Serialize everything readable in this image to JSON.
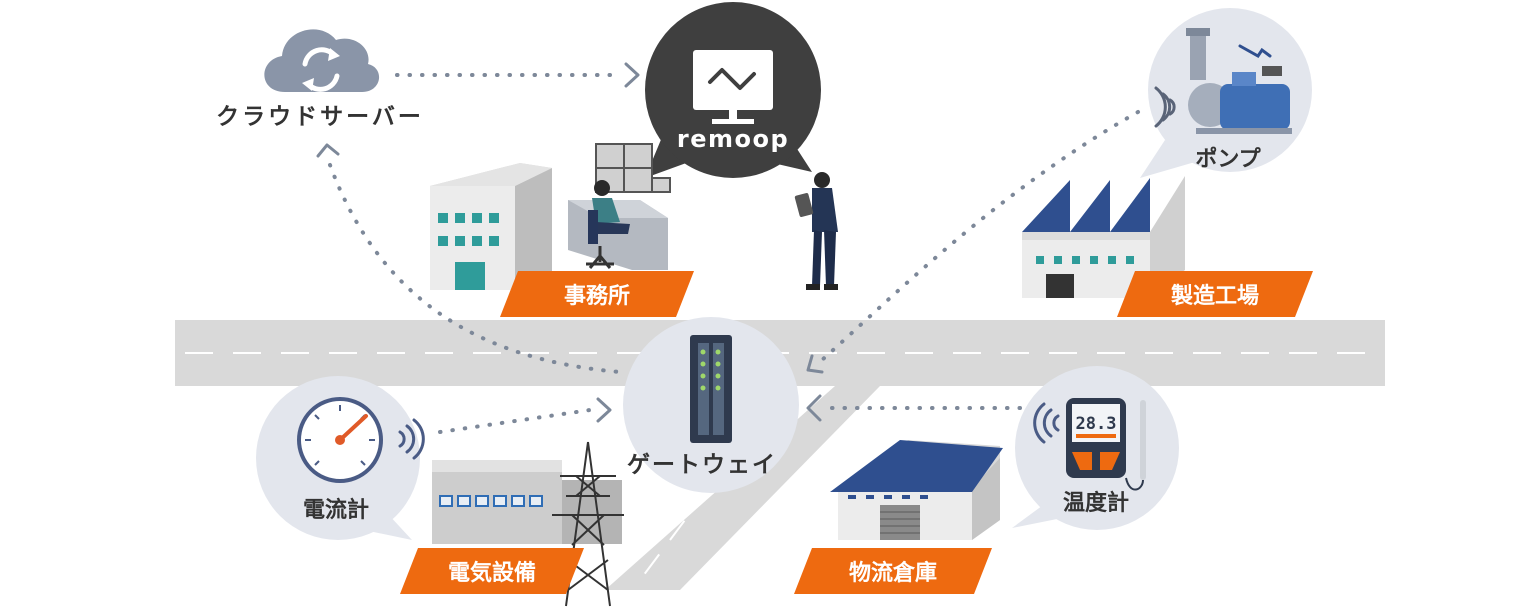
{
  "nodes": {
    "cloud_server": "クラウドサーバー",
    "remoop": "remoop",
    "pump": "ポンプ",
    "gateway": "ゲートウェイ",
    "power_meter": "電流計",
    "thermometer": "温度計",
    "thermometer_reading": "28.3"
  },
  "places": {
    "office": "事務所",
    "factory": "製造工場",
    "electrical": "電気設備",
    "warehouse": "物流倉庫"
  },
  "colors": {
    "accent": "#ee6a10",
    "bubble": "#e3e6ed",
    "dark_bubble": "#3f3f3f",
    "dots": "#7d8899",
    "road": "#d9d9d9",
    "roof_blue": "#2f4f8f"
  },
  "icons": [
    "cloud-sync-icon",
    "monitor-icon",
    "pump-icon",
    "gateway-device-icon",
    "gauge-icon",
    "thermometer-device-icon",
    "wifi-signal-icon"
  ]
}
